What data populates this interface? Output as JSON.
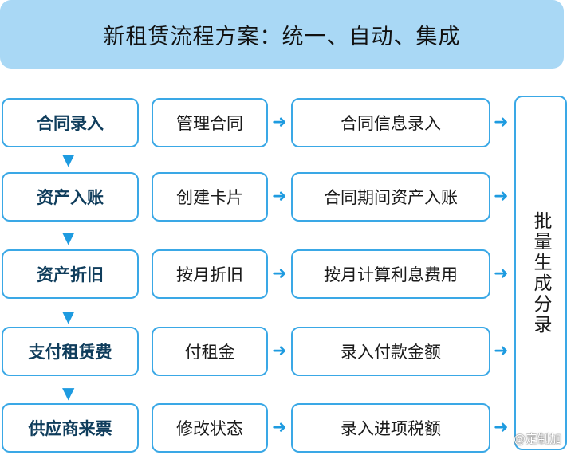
{
  "title": "新租赁流程方案：统一、自动、集成",
  "rows": [
    {
      "step": "合同录入",
      "action": "管理合同",
      "result": "合同信息录入"
    },
    {
      "step": "资产入账",
      "action": "创建卡片",
      "result": "合同期间资产入账"
    },
    {
      "step": "资产折旧",
      "action": "按月折旧",
      "result": "按月计算利息费用"
    },
    {
      "step": "支付租赁费",
      "action": "付租金",
      "result": "录入付款金额"
    },
    {
      "step": "供应商来票",
      "action": "修改状态",
      "result": "录入进项税额"
    }
  ],
  "final_box": "批量生成分录",
  "watermark": "@定制加",
  "icons": {
    "right_arrow": "arrow-right-icon",
    "down_arrow": "arrow-down-icon"
  },
  "colors": {
    "banner": "#a9d8f5",
    "border": "#3aa8e6",
    "arrow": "#1e9be0"
  }
}
